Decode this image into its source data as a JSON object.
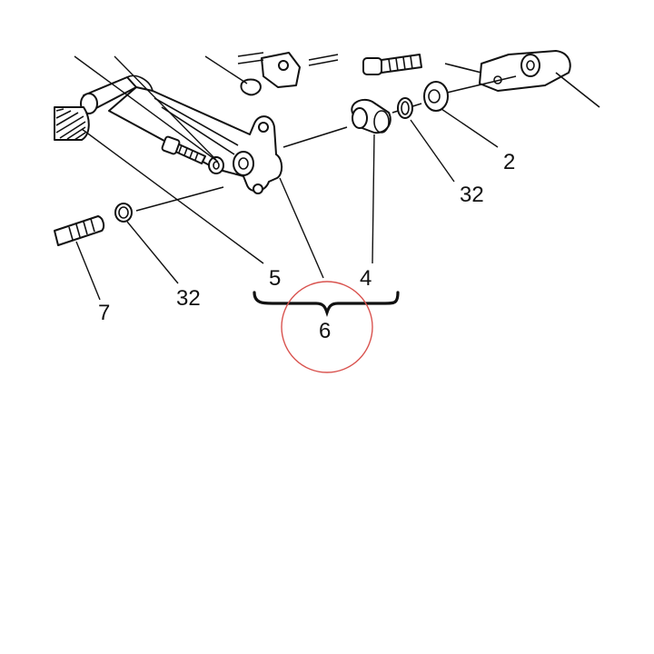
{
  "labels": {
    "part_2": "2",
    "part_32_right": "32",
    "part_4": "4",
    "part_5": "5",
    "part_32_left": "32",
    "part_7": "7",
    "part_6": "6"
  },
  "colors": {
    "line": "#111111",
    "highlight_circle": "#d9534f",
    "background": "#ffffff"
  }
}
